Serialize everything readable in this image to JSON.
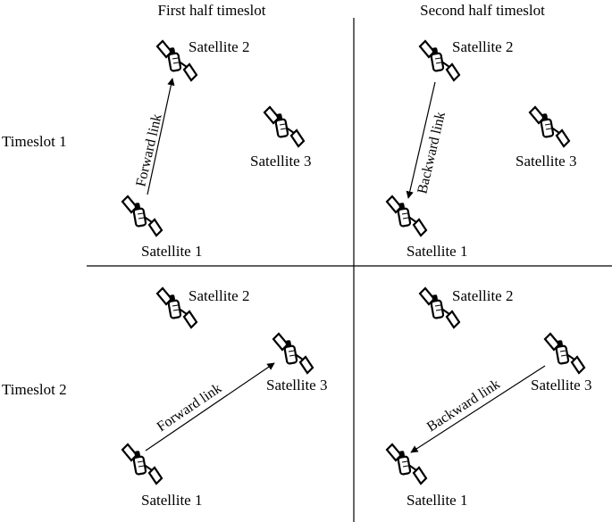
{
  "headers": {
    "col1": "First half timeslot",
    "col2": "Second half timeslot",
    "row1": "Timeslot 1",
    "row2": "Timeslot 2"
  },
  "labels": {
    "sat1": "Satellite 1",
    "sat2": "Satellite 2",
    "sat3": "Satellite 3"
  },
  "links": {
    "forward": "Forward link",
    "backward": "Backward link"
  },
  "icons": {
    "satellite": "satellite-icon"
  },
  "colors": {
    "ink": "#000000",
    "background": "#ffffff"
  }
}
